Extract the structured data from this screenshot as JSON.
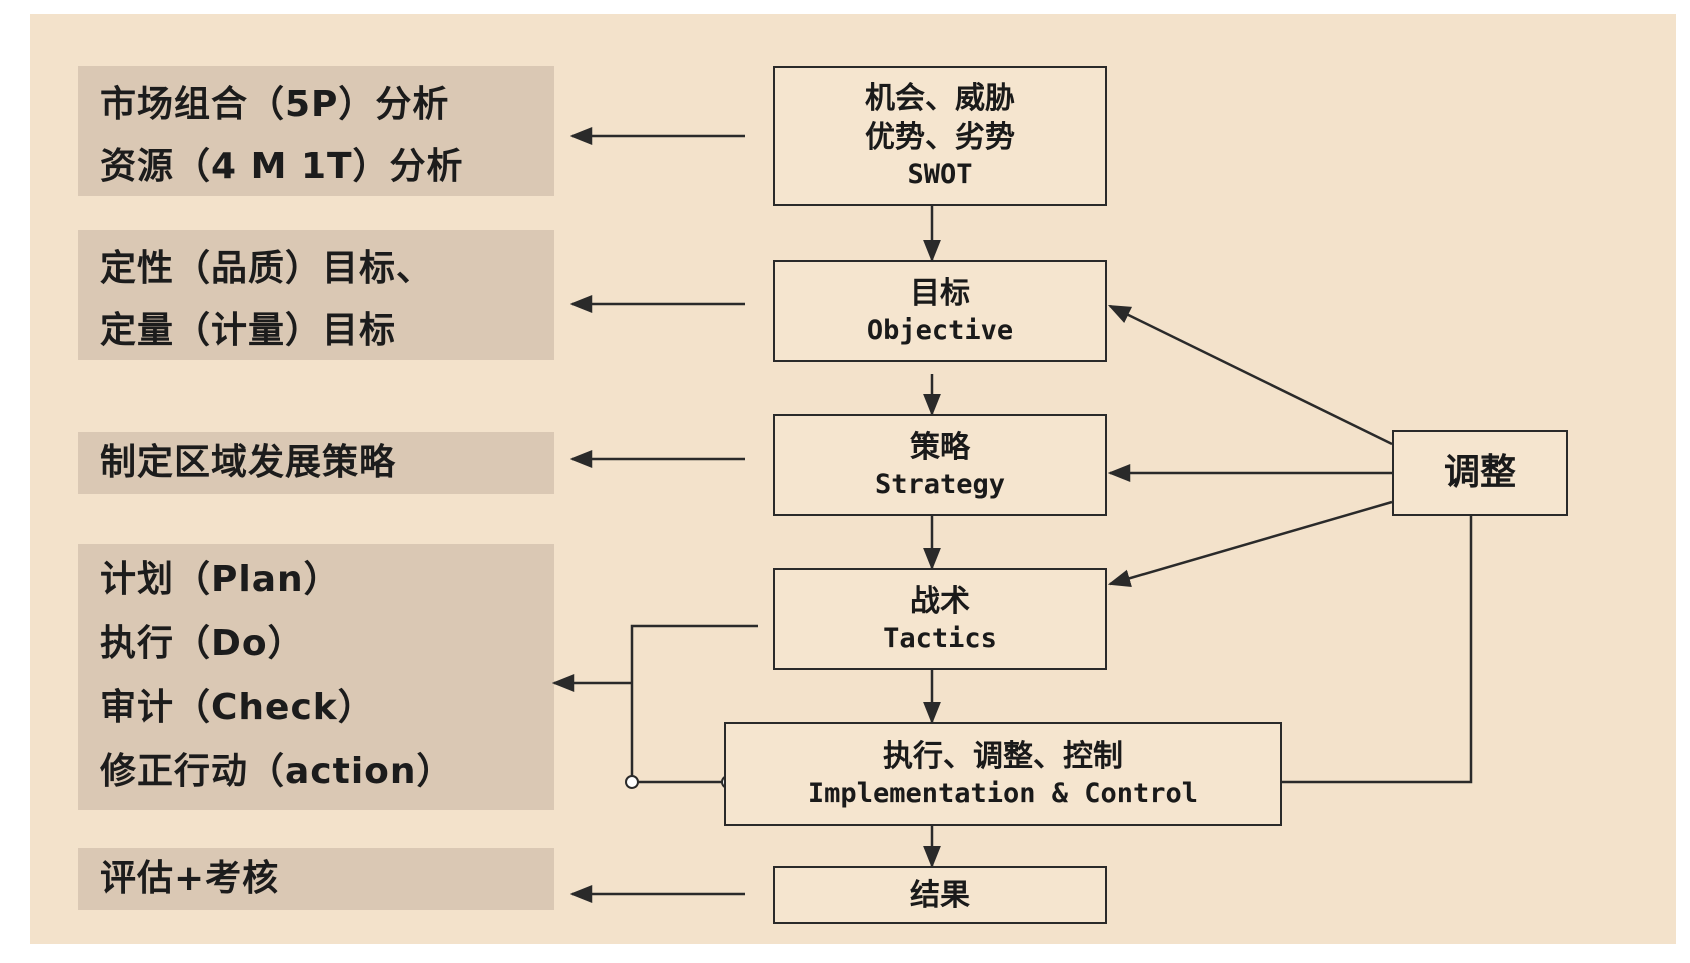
{
  "left_panels": [
    {
      "lines": [
        "市场组合（5P）分析",
        "资源（4 M 1T）分析"
      ]
    },
    {
      "lines": [
        "定性（品质）目标、",
        "定量（计量）目标"
      ]
    },
    {
      "lines": [
        "制定区域发展策略"
      ]
    },
    {
      "lines": [
        "计划（Plan）",
        "执行（Do）",
        "审计（Check）",
        "修正行动（action）"
      ]
    },
    {
      "lines": [
        "评估+考核"
      ]
    }
  ],
  "flow_boxes": {
    "swot": {
      "zh1": "机会、威胁",
      "zh2": "优势、劣势",
      "en": "SWOT"
    },
    "objective": {
      "zh": "目标",
      "en": "Objective"
    },
    "strategy": {
      "zh": "策略",
      "en": "Strategy"
    },
    "tactics": {
      "zh": "战术",
      "en": "Tactics"
    },
    "implementation": {
      "zh": "执行、调整、控制",
      "en": "Implementation & Control"
    },
    "result": {
      "zh": "结果"
    }
  },
  "adjust_box": {
    "zh": "调整"
  },
  "colors": {
    "canvas_bg": "#f3e2cb",
    "panel_bg": "#dac8b4",
    "line": "#2a2a2a"
  }
}
